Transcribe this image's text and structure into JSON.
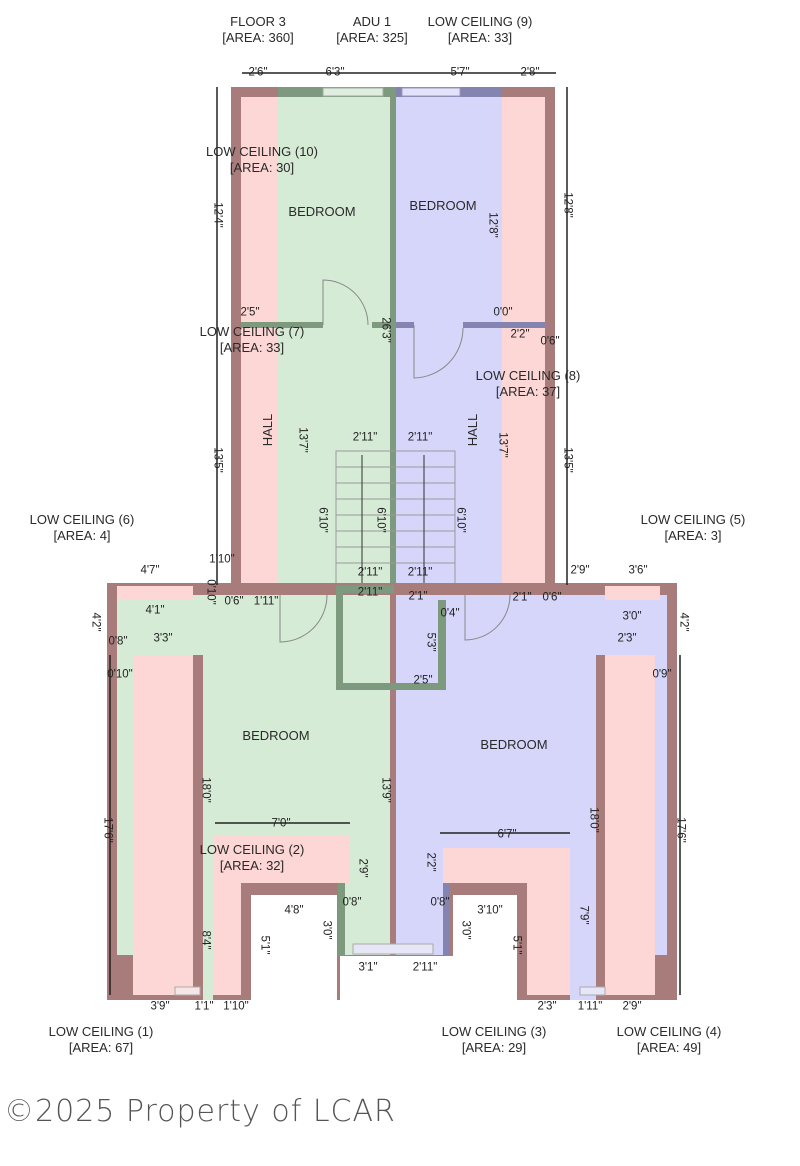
{
  "colors": {
    "green": "#d6ebd6",
    "blue": "#d6d6fa",
    "pink": "#fdd6d6",
    "wall_mauve": "#a97c7c",
    "wall_green": "#7e9a7e",
    "wall_blue": "#8484b0"
  },
  "rooms": [
    {
      "name": "FLOOR 3",
      "area": "[AREA: 360]"
    },
    {
      "name": "ADU 1",
      "area": "[AREA: 325]"
    },
    {
      "name": "LOW CEILING (9)",
      "area": "[AREA: 33]"
    },
    {
      "name": "LOW CEILING (10)",
      "area": "[AREA: 30]"
    },
    {
      "name": "BEDROOM",
      "area": ""
    },
    {
      "name": "BEDROOM",
      "area": ""
    },
    {
      "name": "LOW CEILING (7)",
      "area": "[AREA: 33]"
    },
    {
      "name": "LOW CEILING (8)",
      "area": "[AREA: 37]"
    },
    {
      "name": "HALL",
      "area": ""
    },
    {
      "name": "HALL",
      "area": ""
    },
    {
      "name": "LOW CEILING (6)",
      "area": "[AREA: 4]"
    },
    {
      "name": "LOW CEILING (5)",
      "area": "[AREA: 3]"
    },
    {
      "name": "BEDROOM",
      "area": ""
    },
    {
      "name": "BEDROOM",
      "area": ""
    },
    {
      "name": "LOW CEILING (2)",
      "area": "[AREA: 32]"
    },
    {
      "name": "LOW CEILING (1)",
      "area": "[AREA: 67]"
    },
    {
      "name": "LOW CEILING (3)",
      "area": "[AREA: 29]"
    },
    {
      "name": "LOW CEILING (4)",
      "area": "[AREA: 49]"
    }
  ],
  "dimensions": [
    "2'6\"",
    "6'3\"",
    "5'7\"",
    "2'8\"",
    "12'4\"",
    "13'5\"",
    "17'6\"",
    "18'0\"",
    "13'9\"",
    "8'4\"",
    "12'8\"",
    "13'5\"",
    "17'6\"",
    "18'0\"",
    "7'9\"",
    "12'8\"",
    "26'3\"",
    "13'7\"",
    "13'7\"",
    "2'5\"",
    "0'0\"",
    "2'2\"",
    "0'6\"",
    "2'11\"",
    "2'11\"",
    "6'10\"",
    "6'10\"",
    "6'10\"",
    "2'11\"",
    "2'11\"",
    "2'11\"",
    "2'1\"",
    "4'7\"",
    "1'10\"",
    "2'9\"",
    "3'6\"",
    "0'10\"",
    "0'6\"",
    "1'11\"",
    "4'1\"",
    "3'3\"",
    "4'2\"",
    "0'8\"",
    "0'10\"",
    "2'1\"",
    "0'6\"",
    "3'0\"",
    "2'3\"",
    "4'2\"",
    "0'9\"",
    "5'3\"",
    "2'5\"",
    "0'4\"",
    "7'0\"",
    "6'7\"",
    "2'9\"",
    "2'2\"",
    "0'8\"",
    "0'8\"",
    "4'8\"",
    "3'10\"",
    "3'0\"",
    "3'0\"",
    "5'1\"",
    "5'1\"",
    "3'1\"",
    "2'11\"",
    "3'9\"",
    "1'1\"",
    "1'10\"",
    "2'3\"",
    "1'11\"",
    "2'9\""
  ],
  "watermark": "©2025 Property of LCAR"
}
